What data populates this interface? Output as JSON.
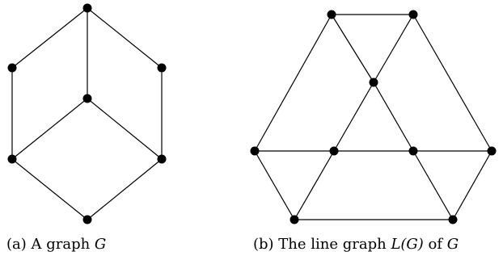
{
  "colors": {
    "edge": "#000000",
    "vertex": "#000000",
    "background": "#ffffff"
  },
  "graphs": [
    {
      "id": "G",
      "vertices": [
        "t",
        "ul",
        "ur",
        "c",
        "ll",
        "lr",
        "b"
      ],
      "edges": [
        [
          "t",
          "ul"
        ],
        [
          "t",
          "ur"
        ],
        [
          "t",
          "c"
        ],
        [
          "ul",
          "ll"
        ],
        [
          "ur",
          "lr"
        ],
        [
          "c",
          "ll"
        ],
        [
          "c",
          "lr"
        ],
        [
          "ll",
          "b"
        ],
        [
          "lr",
          "b"
        ]
      ]
    },
    {
      "id": "LG",
      "vertices": [
        "tl",
        "tr",
        "mc",
        "ml",
        "mr",
        "il",
        "ir",
        "bl",
        "br"
      ],
      "edges": [
        [
          "tl",
          "tr"
        ],
        [
          "tl",
          "ml"
        ],
        [
          "tl",
          "mc"
        ],
        [
          "tr",
          "mc"
        ],
        [
          "tr",
          "mr"
        ],
        [
          "mc",
          "il"
        ],
        [
          "mc",
          "ir"
        ],
        [
          "ml",
          "il"
        ],
        [
          "il",
          "ir"
        ],
        [
          "ir",
          "mr"
        ],
        [
          "ml",
          "bl"
        ],
        [
          "il",
          "bl"
        ],
        [
          "ir",
          "br"
        ],
        [
          "mr",
          "br"
        ],
        [
          "bl",
          "br"
        ]
      ]
    }
  ],
  "captions": {
    "a": {
      "prefix": "(a) A graph ",
      "math": "G",
      "suffix": ""
    },
    "b": {
      "prefix": "(b) The line graph ",
      "math": "L(G)",
      "suffix": " of ",
      "math2": "G"
    }
  }
}
